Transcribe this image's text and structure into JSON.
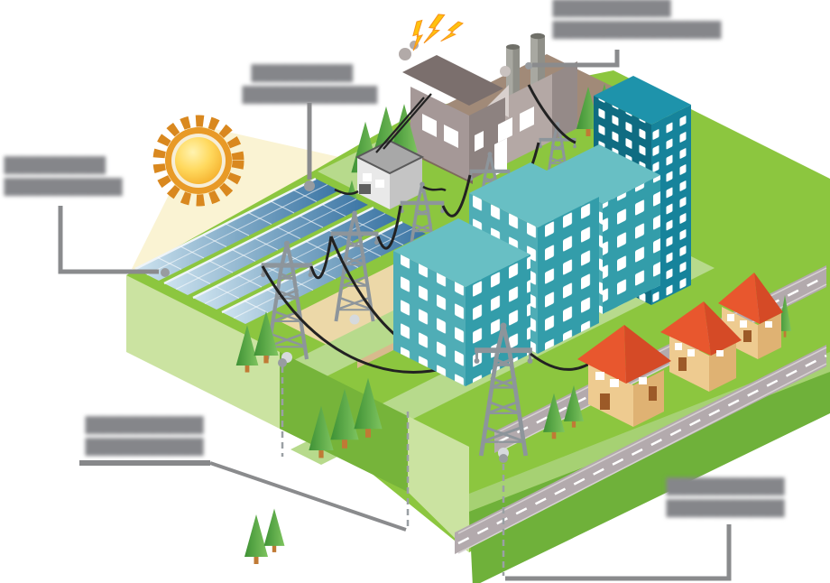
{
  "scene": {
    "name": "isometric-solar-power-grid-diagram",
    "background_color": "#ffffff",
    "label_color": "#85868a",
    "leader_line_color": "#8a8b8d",
    "element_counts": {
      "solar_panel_rows": 4,
      "transmission_pylons": 5,
      "office_buildings": 4,
      "houses": 3,
      "roads": 2,
      "chimneys": 2,
      "lightning_bolts": 3
    },
    "colors": {
      "grass_top": "#8cc63f",
      "grass_light_strip": "#b7da8c",
      "terrace_face_light": "#cbe3a1",
      "terrace_face_mid": "#76b43a",
      "terrace_side": "#6fb13a",
      "sand": "#ecd8a8",
      "road": "#b3aaad",
      "road_dash": "#ffffff",
      "panel_dark": "#3a74a4",
      "panel_light": "#cfe4f0",
      "sun_outer": "#d9881f",
      "sun_mid": "#e89a27",
      "sun_core": "#ffd95e",
      "beam": "#faf3d3",
      "pylon": "#8d959b",
      "wire": "#222222",
      "tower_dark_left": "#0f6c82",
      "tower_dark_right": "#16839b",
      "tower_teal_left": "#4fadb6",
      "tower_teal_right": "#339daa",
      "tower_teal_top": "#68bfc4",
      "house_wall": "#eecb90",
      "house_wall_shade": "#dfb273",
      "house_roof": "#e8572e",
      "house_roof_shade": "#d54a26",
      "plant_wall": "#a59897",
      "plant_wall_2": "#b4a8a5",
      "plant_roof": "#7b6f6d",
      "lightning": "#ffc20d",
      "tree": "#3e9135",
      "tree_light": "#7ec45f",
      "dirt": "#a18a78"
    }
  },
  "labels": {
    "solar": {
      "line1": "■■■■■■",
      "line2": "■■■■■■■"
    },
    "inverter": {
      "line1": "■■■■■■",
      "line2": "■■■■■■■■"
    },
    "plant": {
      "line1": "■■■■■■■",
      "line2": "■■■■■■■■■■"
    },
    "towers": {
      "line1": "■■■■■■■",
      "line2": "■■■■■■■"
    },
    "distribution": {
      "line1": "■■■■■■■",
      "line2": "■■■■■■■"
    }
  }
}
